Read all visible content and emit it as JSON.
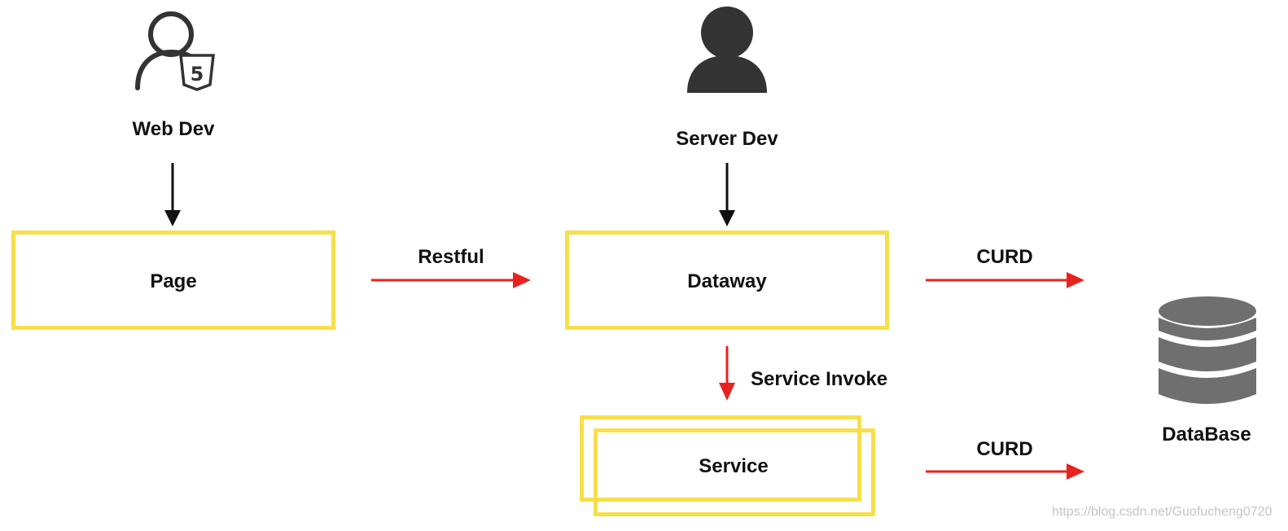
{
  "actors": {
    "web_dev": {
      "label": "Web Dev",
      "icon": "html5-user-icon"
    },
    "server_dev": {
      "label": "Server Dev",
      "icon": "user-icon"
    }
  },
  "boxes": {
    "page": "Page",
    "dataway": "Dataway",
    "service": "Service"
  },
  "edges": {
    "restful": "Restful",
    "curd_dataway": "CURD",
    "service_invoke": "Service Invoke",
    "curd_service": "CURD"
  },
  "database": {
    "label": "DataBase",
    "icon": "database-icon"
  },
  "watermark": "https://blog.csdn.net/Guofucheng0720",
  "colors": {
    "box_border": "#f7df4a",
    "red_arrow": "#e8231f",
    "black_arrow": "#111111",
    "icon_gray": "#6f6f6f",
    "icon_dark": "#333333"
  }
}
